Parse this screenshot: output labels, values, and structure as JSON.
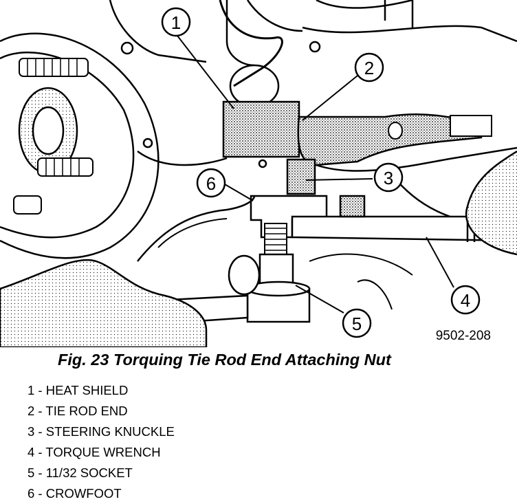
{
  "figure": {
    "code": "9502-208",
    "caption": "Fig. 23 Torquing Tie Rod End Attaching Nut"
  },
  "callouts": [
    {
      "number": "1"
    },
    {
      "number": "2"
    },
    {
      "number": "3"
    },
    {
      "number": "4"
    },
    {
      "number": "5"
    },
    {
      "number": "6"
    }
  ],
  "legend": [
    "1 - HEAT SHIELD",
    "2 - TIE ROD END",
    "3 - STEERING KNUCKLE",
    "4 - TORQUE WRENCH",
    "5 - 11/32 SOCKET",
    "6 - CROWFOOT"
  ],
  "colors": {
    "ink": "#000000",
    "paper": "#ffffff",
    "shade": "#b8b8b8"
  }
}
